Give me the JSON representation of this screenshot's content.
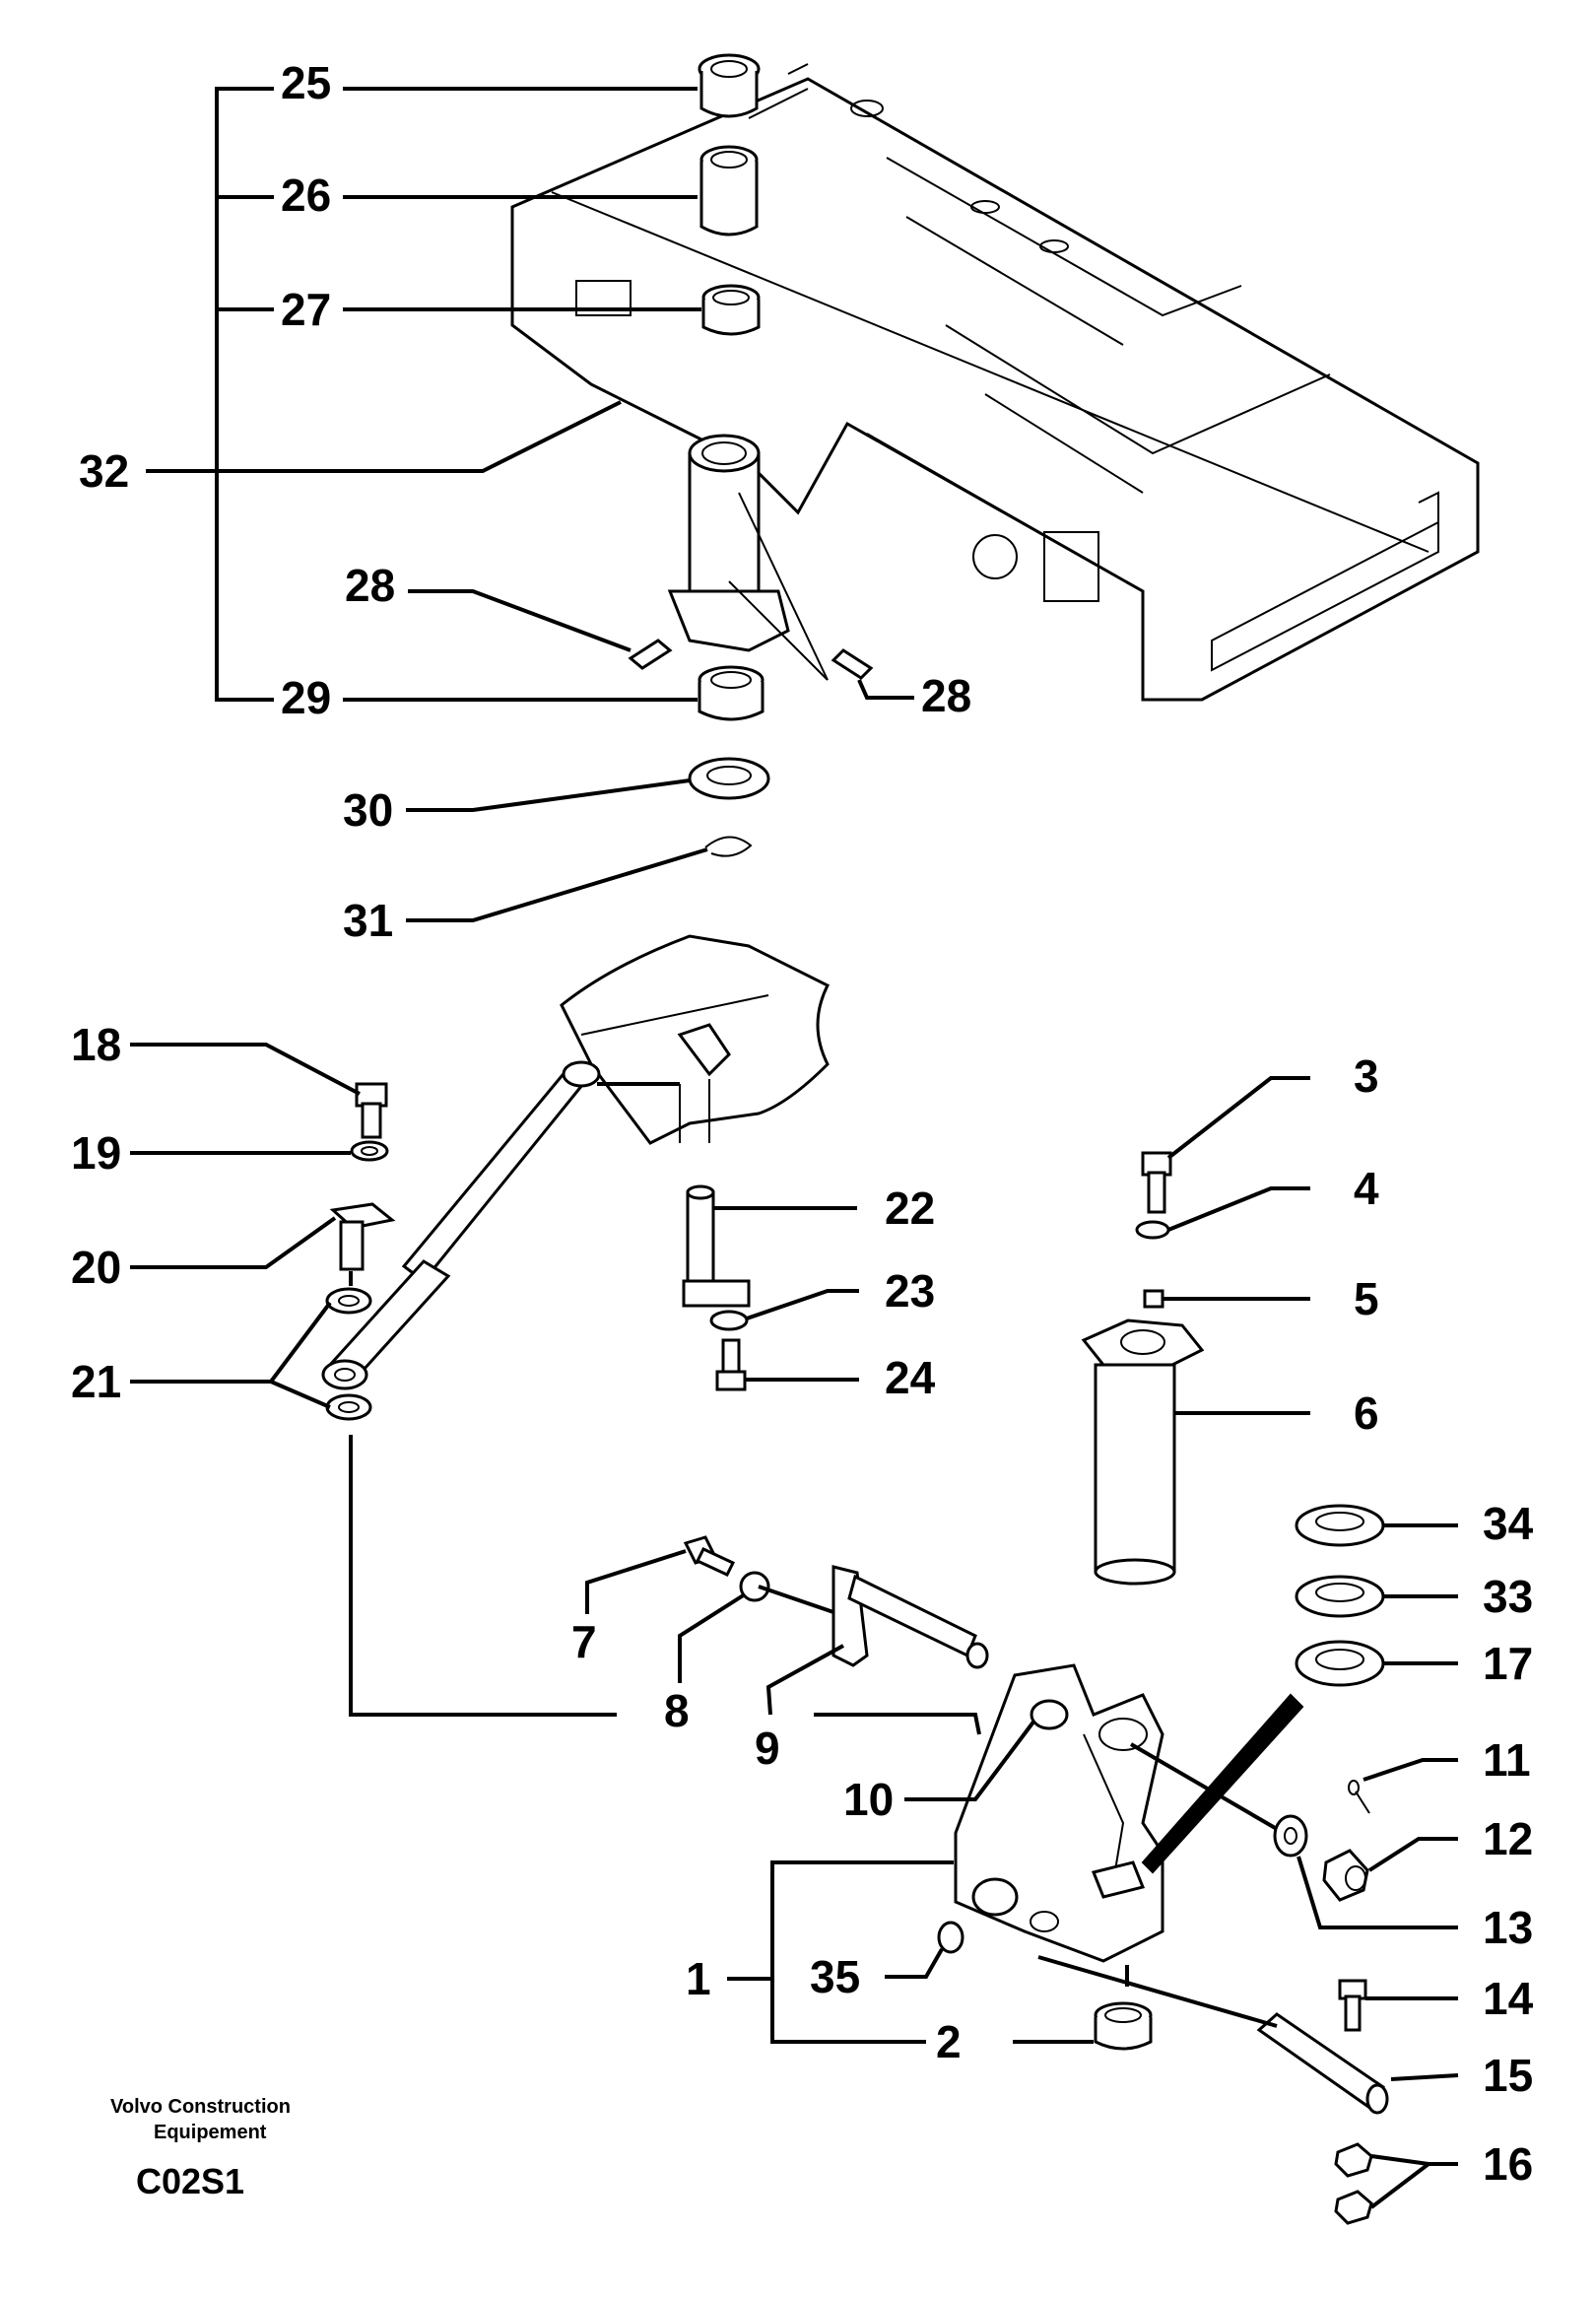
{
  "footer": {
    "brand_line1": "Volvo Construction",
    "brand_line2": "Equipement",
    "code": "C02S1"
  },
  "callouts": {
    "c1": "1",
    "c2": "2",
    "c3": "3",
    "c4": "4",
    "c5": "5",
    "c6": "6",
    "c7": "7",
    "c8": "8",
    "c9": "9",
    "c10": "10",
    "c11": "11",
    "c12": "12",
    "c13": "13",
    "c14": "14",
    "c15": "15",
    "c16": "16",
    "c17": "17",
    "c18": "18",
    "c19": "19",
    "c20": "20",
    "c21": "21",
    "c22": "22",
    "c23": "23",
    "c24": "24",
    "c25": "25",
    "c26": "26",
    "c27": "27",
    "c28a": "28",
    "c28b": "28",
    "c29": "29",
    "c30": "30",
    "c31": "31",
    "c32": "32",
    "c33": "33",
    "c34": "34",
    "c35": "35"
  }
}
